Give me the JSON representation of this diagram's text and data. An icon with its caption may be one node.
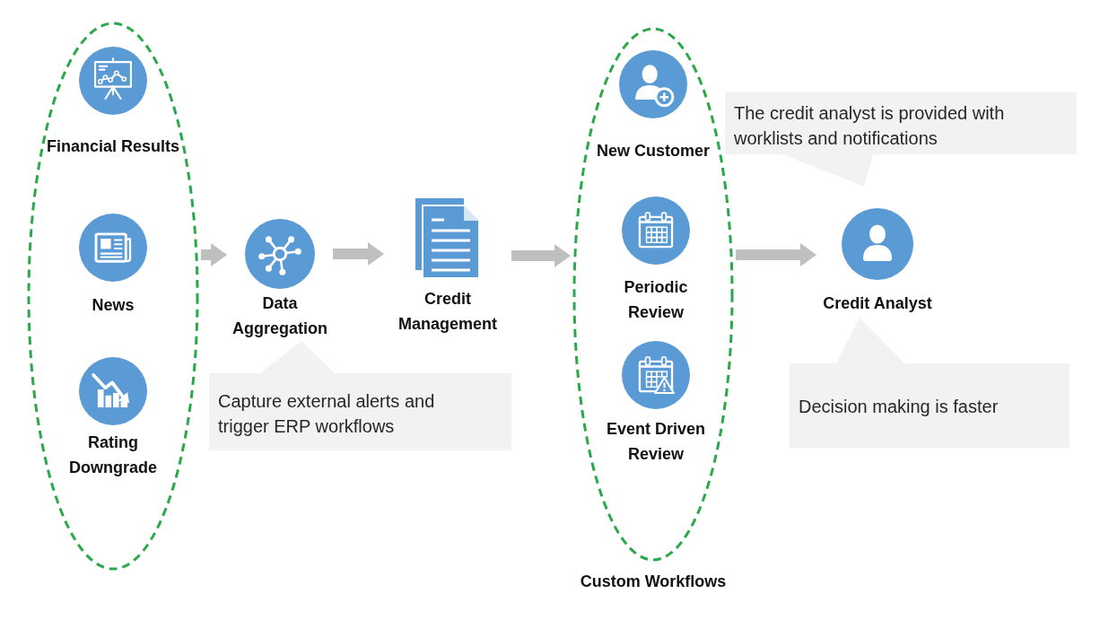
{
  "diagram": {
    "nodes": [
      {
        "text": [],
        "shape": "ellipse"
      },
      {
        "text": [
          "Financial Results"
        ],
        "in": 0
      },
      {
        "text": [
          "News"
        ],
        "in": 0
      },
      {
        "text": [
          "Rating Downgrade"
        ],
        "in": 0
      },
      {
        "text": [
          "Data Aggregation"
        ]
      },
      {
        "text": [
          "Credit Management"
        ]
      },
      {
        "text": [
          "Custom Workflows"
        ]
      },
      {
        "text": [
          "New Customer"
        ],
        "in": 6
      },
      {
        "text": [
          "Periodic Review"
        ],
        "in": 6
      },
      {
        "text": [
          "Event Driven Review"
        ],
        "in": 6
      },
      {
        "text": [
          "Credit Analyst"
        ]
      },
      {
        "text": [
          "Capture external alerts and trigger ERP workflows"
        ]
      },
      {
        "text": [
          "The credit analyst is provided with worklists and notifications"
        ]
      },
      {
        "text": [
          "Decision making is faster"
        ]
      }
    ],
    "edges": [
      {
        "from": 0,
        "to": 4,
        "arrow": "to"
      },
      {
        "from": 4,
        "to": 5,
        "arrow": "to"
      },
      {
        "from": 5,
        "to": 6,
        "arrow": "to"
      },
      {
        "from": 6,
        "to": 10,
        "arrow": "to"
      }
    ]
  }
}
